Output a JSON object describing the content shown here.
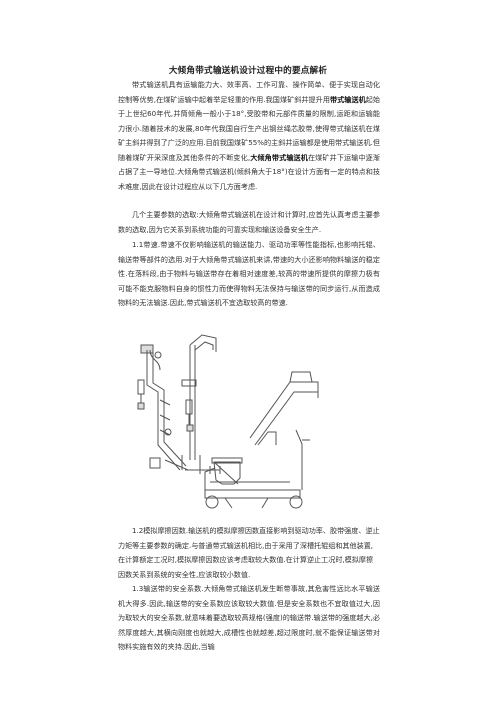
{
  "document": {
    "title": "大倾角带式输送机设计过程中的要点解析",
    "p1_a": "带式输送机具有运输能力大、效率高、工作可靠、操作简单、便于实现自动化控制等优势,在煤矿运输中起着举足轻重的作用.我国煤矿斜井提升用",
    "p1_hl1": "带式输送机",
    "p1_b": "起始于上世纪60年代,井筒倾角一般小于18°,受胶带和元部件质量的限制,运距和运输能力很小.随着技术的发展,80年代我国自行生产出钢丝绳芯胶带,使得带式输送机在煤矿主斜井得到了广泛的应用.目前我国煤矿55%的主斜井运输都是使用带式输送机.但随着煤矿开采深度及其他条件的不断变化,",
    "p1_hl2": "大倾角带式输送机",
    "p1_c": "在煤矿井下运输中逐渐占据了主一导地位.大倾角带式输送机(倾斜角大于18°)在设计方面有一定的特点和技术难度,因此在设计过程应从以下几方面考虑.",
    "p2": "几个主要参数的选取:大倾角带式输送机在设计和计算时,应首先认真考虑主要参数的选取,因为它关系到系统功能的可靠实现和输送设备安全生产.",
    "p3": "1.1带速.带速不仅影响输送机的输送能力、驱动功率等性能指标,也影响托辊、输送带等部件的选用.对于大倾角带式输送机来讲,带速的大小还影响物料输送的稳定性.在落料段,由于物料与输送带存在着相对速度差,较高的带速所提供的摩擦力极有可能不能克服物料自身的惯性力而使得物料无法保持与输送带的同步运行,从而造成物料的无法输送.因此,带式输送机不宜选取较高的带速.",
    "p4": "1.2模拟摩擦因数.输送机的模拟摩擦因数直接影响到驱动功率、胶带强度、逆止力矩等主要参数的确定.与普通带式输送机相比,由于采用了深槽托辊组和其他装置,在计算额定工况时,模拟摩擦因数应该考虑取较大数值.在计算逆止工况时,模拟摩擦因数关系到系统的安全性,应该取较小数值.",
    "p5": "1.3输送带的安全系数.大倾角带式输送机发生断带事故,其危害性远比水平输送机大得多.因此,输送带的安全系数应该取较大数值.但是安全系数也不宜取值过大,因为取较大的安全系数,就意味着要选取较高规格(强度)的输送带.输送带的强度越大,必然厚度越大,其横向刚度也就越大,成槽性也就越差,超过限度时,就不能保证输送带对物料实施有效的夹持.因此,当输"
  },
  "colors": {
    "text": "#333333",
    "title": "#222222",
    "drawing": "#555555"
  }
}
